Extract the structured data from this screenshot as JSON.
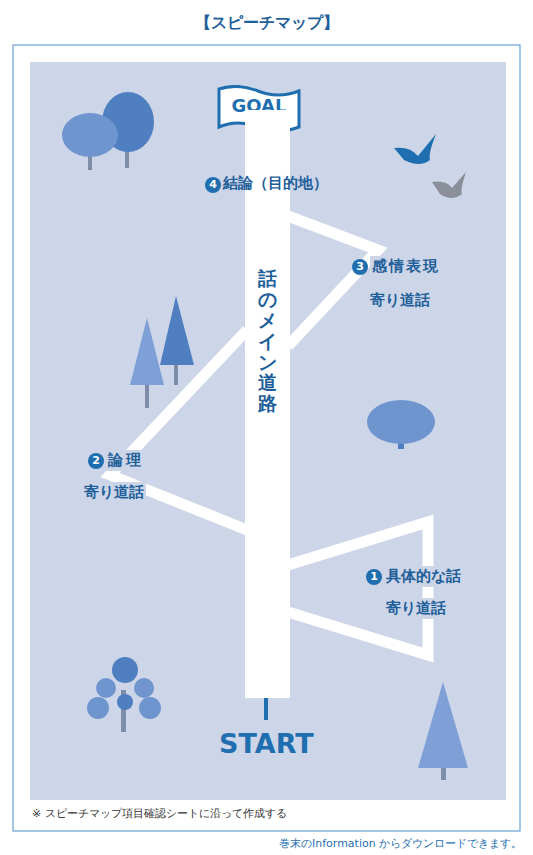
{
  "diagram": {
    "title": "【スピーチマップ】",
    "nodes": [
      {
        "text": [
          "GOAL"
        ]
      },
      {
        "text": [
          "話のメイン道路"
        ]
      }
    ],
    "labels": [
      "4",
      "結論（目的地）",
      "3",
      "感情表現",
      "寄り道話",
      "2",
      "論理",
      "寄り道話",
      "1",
      "具体的な話",
      "寄り道話",
      "START",
      "※ スピーチマップ項目確認シートに沿って作成する",
      "巻末のInformation からダウンロードできます。"
    ]
  }
}
